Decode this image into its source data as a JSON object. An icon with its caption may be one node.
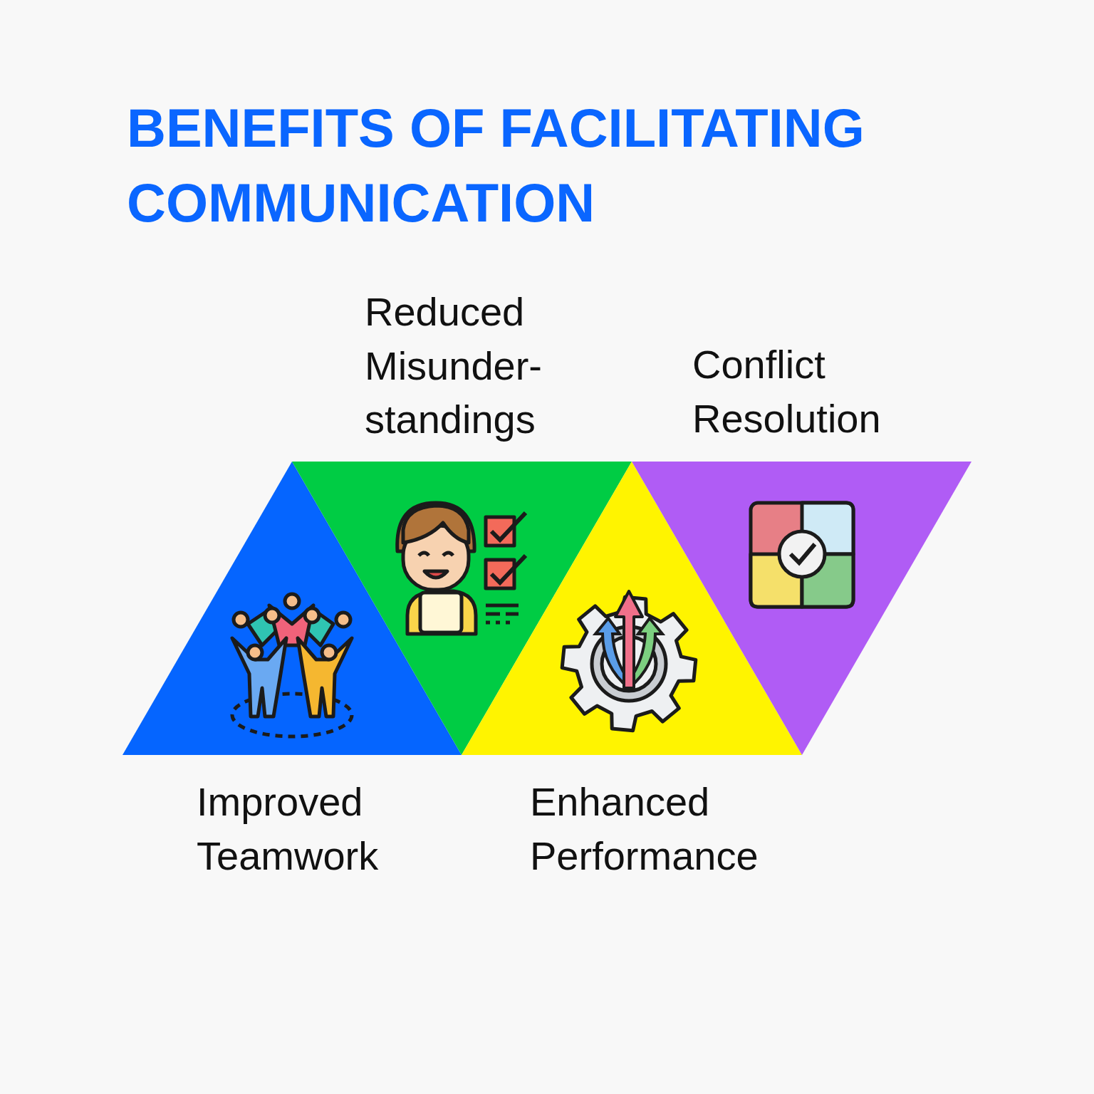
{
  "diagram": {
    "title": "BENEFITS OF FACILITATING COMMUNICATION",
    "nodes": [
      {
        "text": [
          "Improved Teamwork"
        ]
      },
      {
        "text": [
          "Reduced Misunder-standings"
        ]
      },
      {
        "text": [
          "Enhanced Performance"
        ]
      },
      {
        "text": [
          "Conflict Resolution"
        ]
      }
    ]
  }
}
